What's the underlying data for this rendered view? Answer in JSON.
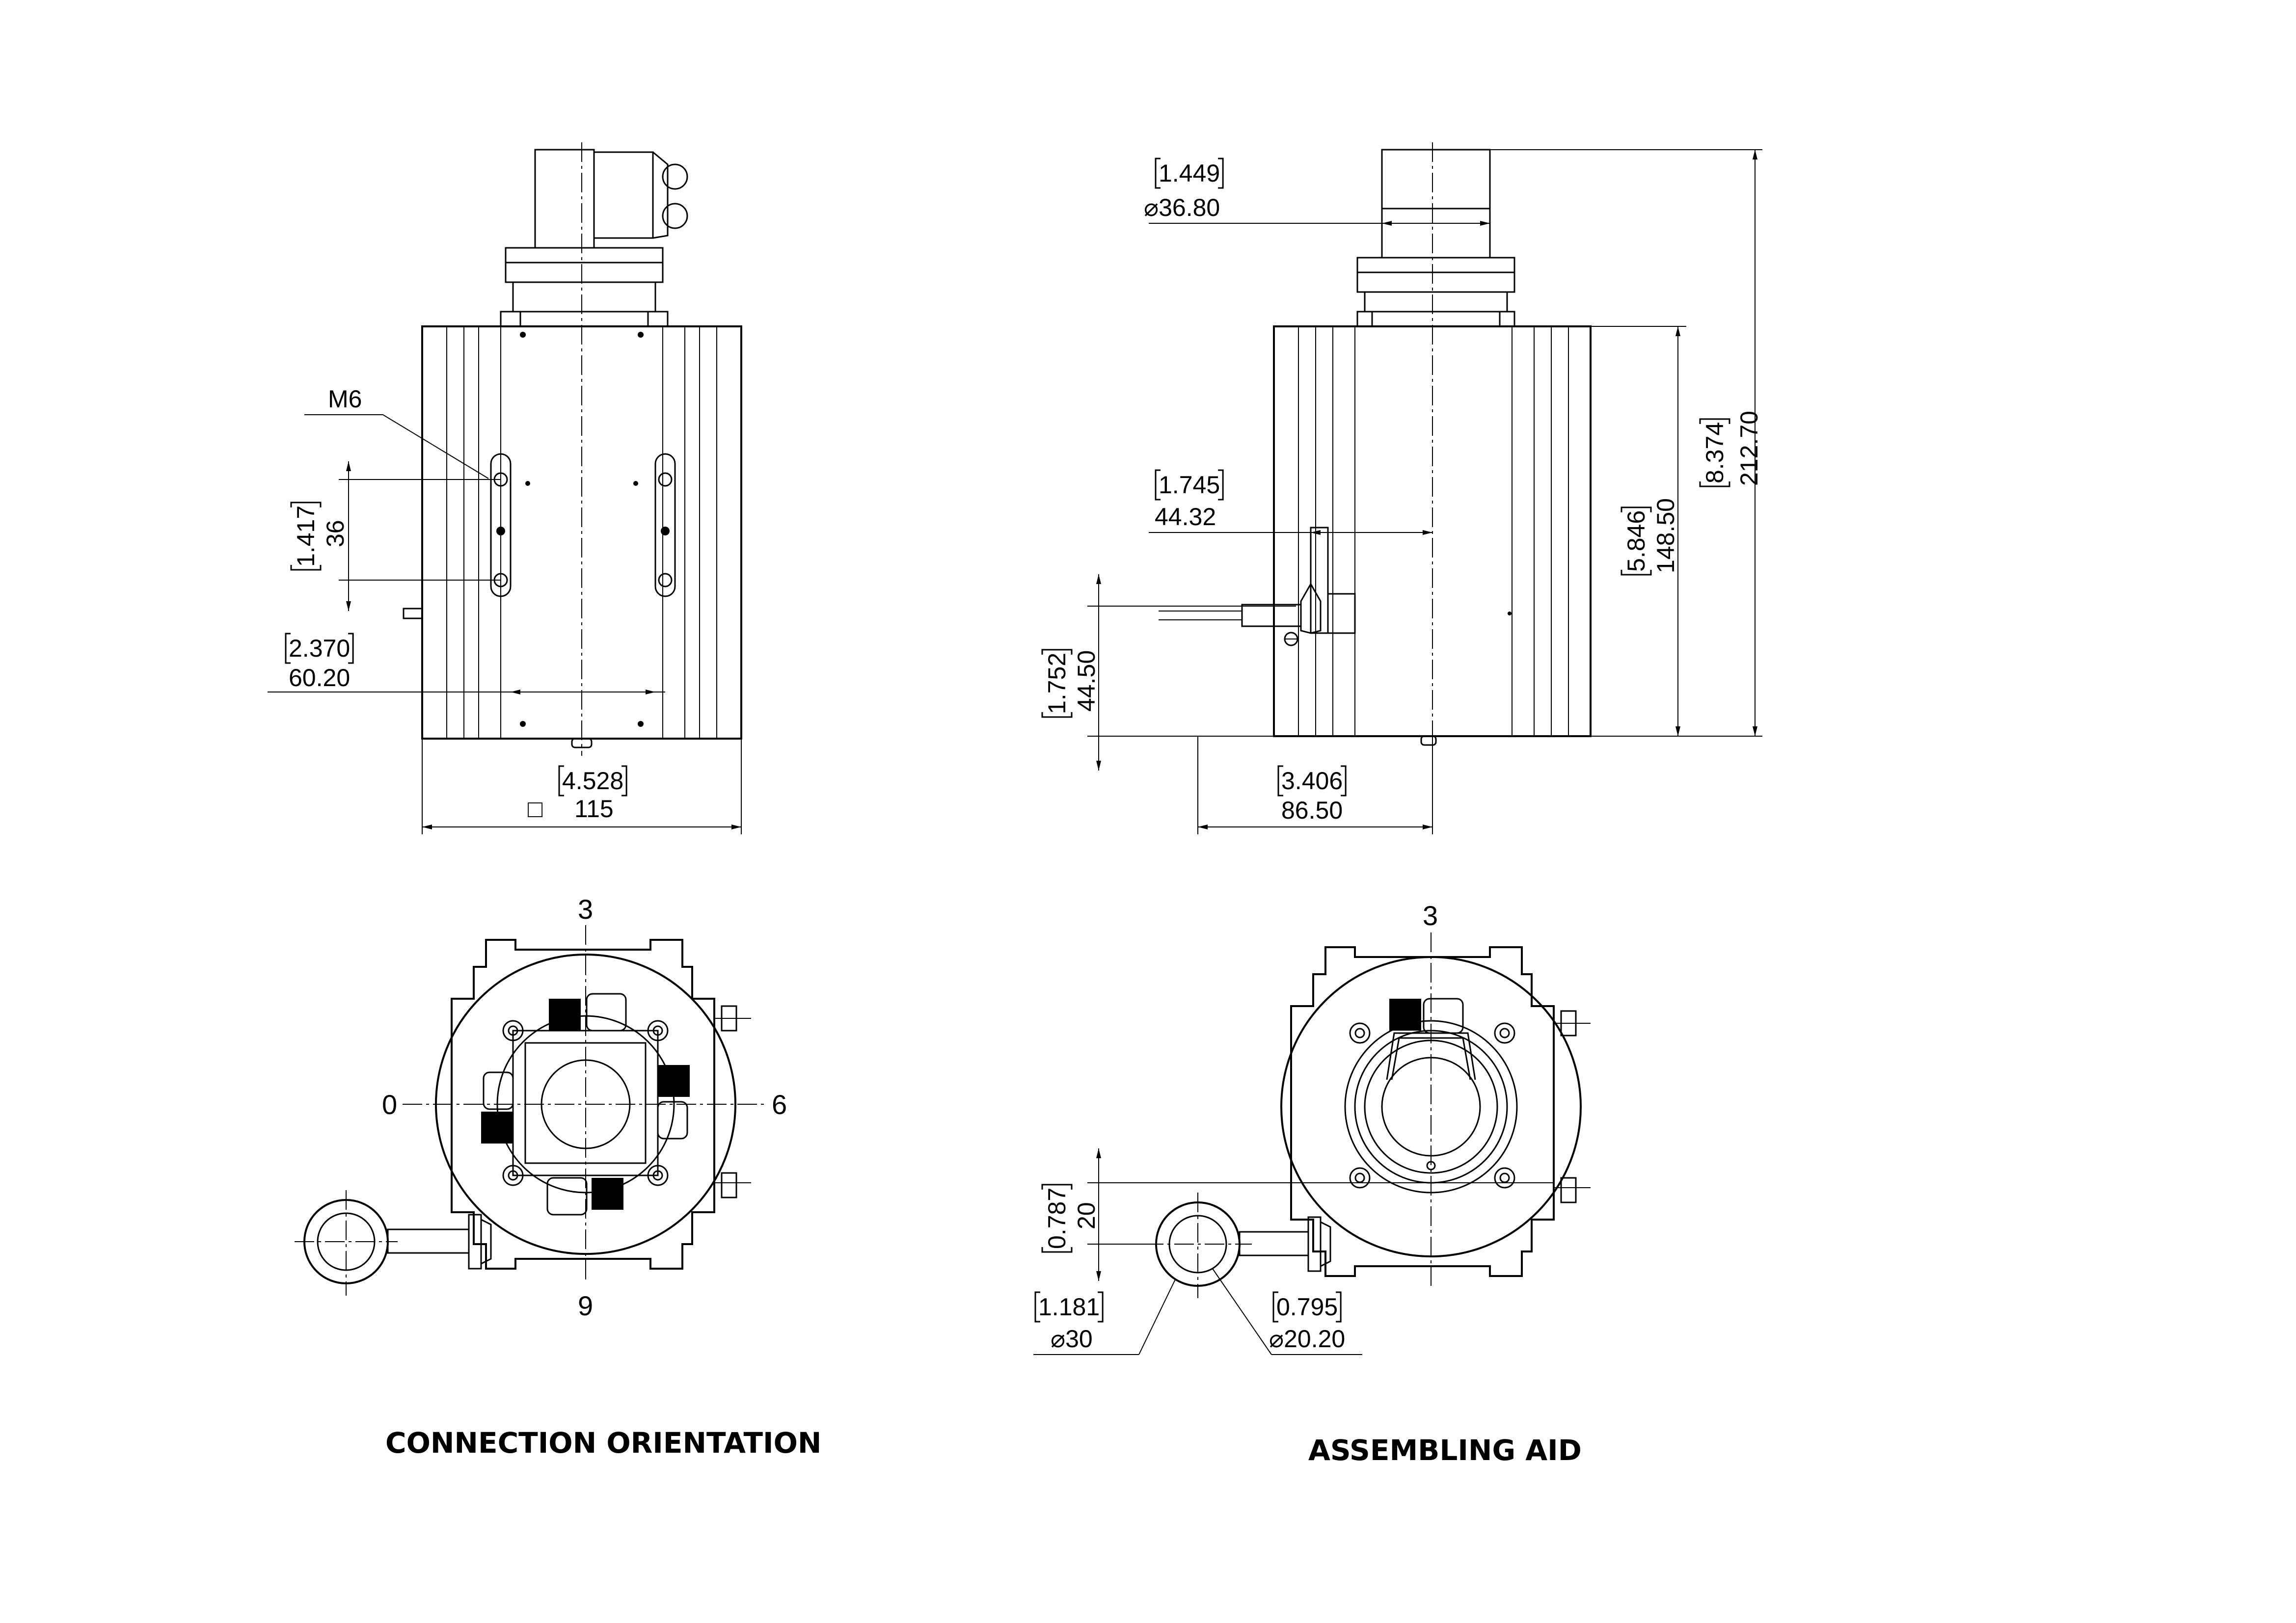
{
  "front_view": {
    "thread_label": "M6",
    "hole_pitch_in": "1.417",
    "hole_pitch_mm": "36",
    "hole_offset_in": "2.370",
    "hole_offset_mm": "60.20",
    "width_in": "4.528",
    "width_square_symbol": "□",
    "width_mm": "115"
  },
  "side_view": {
    "connector_dia_in": "1.449",
    "connector_dia_mm": "⌀36.80",
    "total_height_in": "8.374",
    "total_height_mm": "212.70",
    "body_height_in": "5.846",
    "body_height_mm": "148.50",
    "shaft_offset_in": "1.745",
    "shaft_offset_mm": "44.32",
    "shaft_height_in": "1.752",
    "shaft_height_mm": "44.50",
    "half_width_in": "3.406",
    "half_width_mm": "86.50"
  },
  "orientation_view": {
    "pos_top": "3",
    "pos_left": "0",
    "pos_right": "6",
    "pos_bottom": "9",
    "caption": "CONNECTION ORIENTATION"
  },
  "assembling_view": {
    "pos_top": "3",
    "ring_offset_in": "0.787",
    "ring_offset_mm": "20",
    "ring_outer_in": "1.181",
    "ring_outer_mm": "⌀30",
    "ring_inner_in": "0.795",
    "ring_inner_mm": "⌀20.20",
    "caption": "ASSEMBLING AID"
  }
}
